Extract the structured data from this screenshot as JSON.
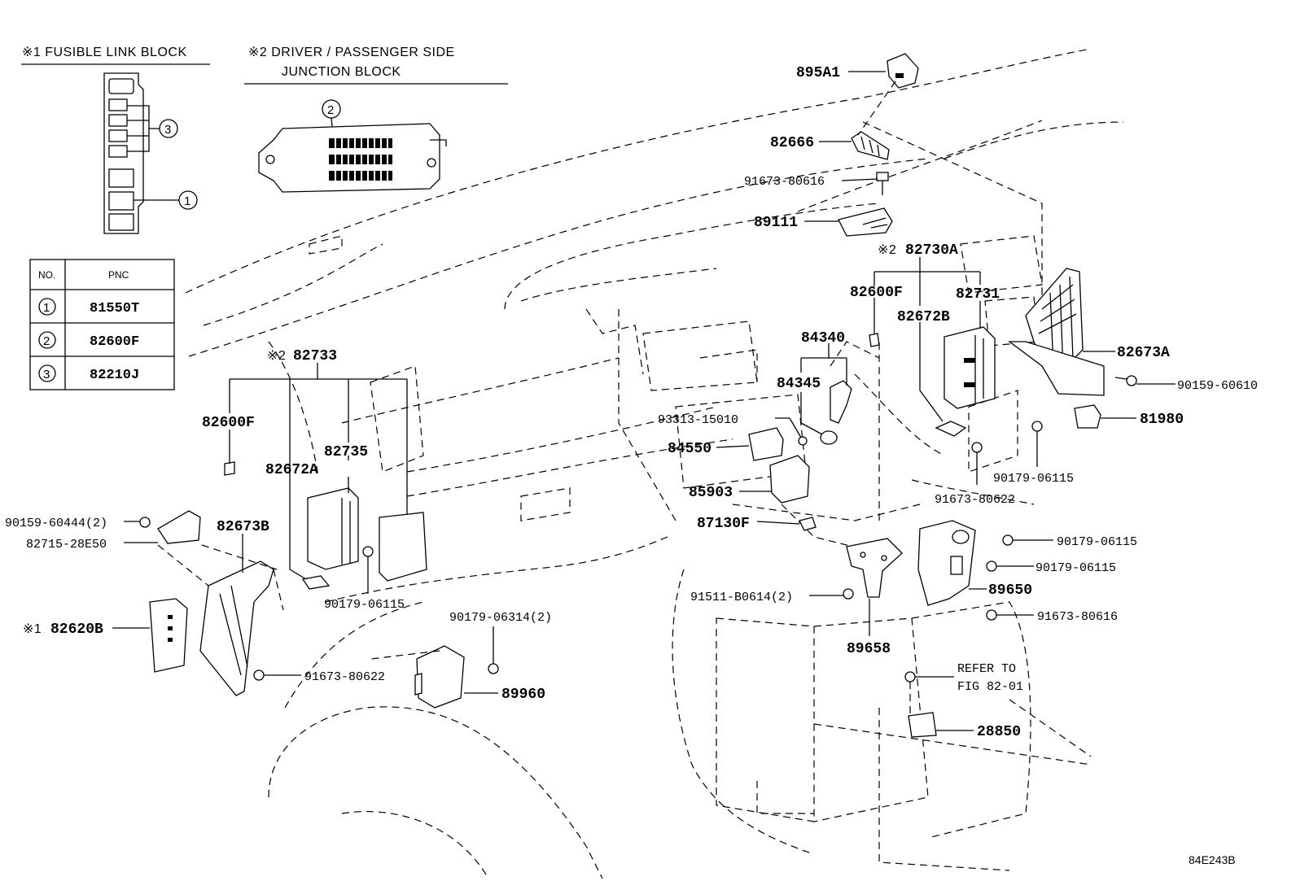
{
  "headers": {
    "fusible_link_block": "※1 FUSIBLE LINK BLOCK",
    "junction_block_line1": "※2  DRIVER / PASSENGER SIDE",
    "junction_block_line2": "JUNCTION BLOCK"
  },
  "table": {
    "col_no": "NO.",
    "col_pnc": "PNC",
    "rows": [
      {
        "no": "1",
        "pnc": "81550T"
      },
      {
        "no": "2",
        "pnc": "82600F"
      },
      {
        "no": "3",
        "pnc": "82210J"
      }
    ]
  },
  "callout_numbers": {
    "one": "1",
    "two": "2",
    "three": "3"
  },
  "parts": {
    "p895A1": "895A1",
    "p82666": "82666",
    "p91673_80616_top": "91673-80616",
    "p89111": "89111",
    "p82730A_mark": "※2",
    "p82730A": "82730A",
    "p82600F_right": "82600F",
    "p82731": "82731",
    "p82672B": "82672B",
    "p84340": "84340",
    "p84345": "84345",
    "p82673A": "82673A",
    "p90159_60610": "90159-60610",
    "p81980": "81980",
    "p93313_15010": "93313-15010",
    "p84550": "84550",
    "p85903": "85903",
    "p87130F": "87130F",
    "p90179_06115_a": "90179-06115",
    "p91673_80622_right": "91673-80622",
    "p90179_06115_b": "90179-06115",
    "p90179_06115_c": "90179-06115",
    "p89650": "89650",
    "p91511_B0614": "91511-B0614(2)",
    "p91673_80616_right": "91673-80616",
    "p89658": "89658",
    "refer_line1": "REFER TO",
    "refer_line2": "FIG 82-01",
    "p28850": "28850",
    "p82733_mark": "※2",
    "p82733": "82733",
    "p82600F_left": "82600F",
    "p82735": "82735",
    "p82672A": "82672A",
    "p90159_60444": "90159-60444(2)",
    "p82715_28E50": "82715-28E50",
    "p82673B": "82673B",
    "p82620B_mark": "※1",
    "p82620B": "82620B",
    "p90179_06115_left": "90179-06115",
    "p90179_06314": "90179-06314(2)",
    "p91673_80622_left": "91673-80622",
    "p89960": "89960"
  },
  "figure_code": "84E243B"
}
